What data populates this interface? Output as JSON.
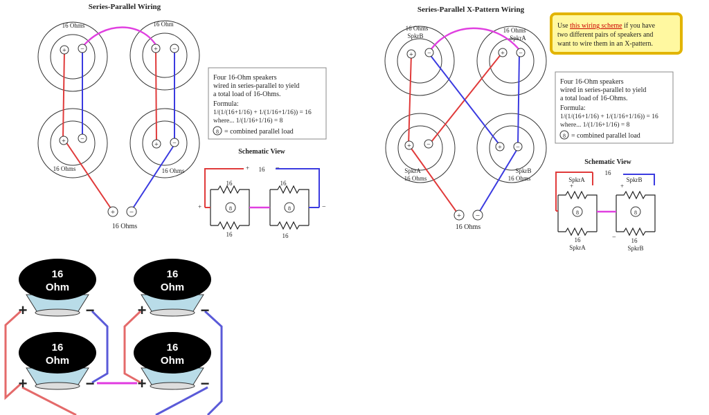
{
  "left_diagram": {
    "title": "Series-Parallel Wiring",
    "speaker_labels": [
      "16 Ohms",
      "16 Ohm",
      "16 Ohms",
      "16 Ohms"
    ],
    "output_label": "16 Ohms",
    "info": {
      "line1": "Four 16-Ohm speakers",
      "line2": "wired in series-parallel to yield",
      "line3": "a total load of 16-Ohms.",
      "line4": "Formula:",
      "line5": "1/(1/(16+1/16) + 1/(1/16+1/16)) = 16",
      "line6": "where... 1/(1/16+1/16) = 8",
      "legend_symbol": "8",
      "legend_text": "= combined parallel load"
    },
    "schematic": {
      "title": "Schematic View",
      "top_label": "16",
      "plus": "+",
      "minus": "−",
      "res_top_left": "16",
      "res_top_right": "16",
      "res_bottom_left": "16",
      "res_bottom_right": "16",
      "node_left": "8",
      "node_right": "8"
    }
  },
  "right_diagram": {
    "title": "Series-Parallel X-Pattern Wiring",
    "callout": {
      "line1_a": "Use",
      "line1_b": "this wiring scheme",
      "line1_c": "if you have",
      "line2": "two different pairs of speakers and",
      "line3": "want to wire them in an X-pattern."
    },
    "speaker_labels": {
      "tl_line1": "16 Ohms",
      "tl_line2": "SpkrB",
      "tr_line1": "16 Ohms",
      "tr_line2": "SpkrA",
      "bl_line1": "SpkrA",
      "bl_line2": "16 Ohms",
      "br_line1": "SpkrB",
      "br_line2": "16 Ohms"
    },
    "output_label": "16 Ohms",
    "info": {
      "line1": "Four 16-Ohm speakers",
      "line2": "wired in series-parallel to yield",
      "line3": "a total load of 16-Ohms.",
      "line4": "Formula:",
      "line5": "1/(1/(16+1/16) + 1/(1/16+1/16)) = 16",
      "line6": "where... 1/(1/16+1/16) = 8",
      "legend_symbol": "8",
      "legend_text": "= combined parallel load"
    },
    "schematic": {
      "title": "Schematic View",
      "top_label": "16",
      "top_left_speaker": "SpkrA",
      "top_right_speaker": "SpkrB",
      "bottom_left_value": "16",
      "bottom_left_speaker": "SpkrA",
      "bottom_right_value": "16",
      "bottom_right_speaker": "SpkrB",
      "node_left": "8",
      "node_right": "8",
      "plus": "+",
      "minus": "−"
    }
  },
  "bottom_diagram": {
    "speakers": [
      {
        "line1": "16",
        "line2": "Ohm"
      },
      {
        "line1": "16",
        "line2": "Ohm"
      },
      {
        "line1": "16",
        "line2": "Ohm"
      },
      {
        "line1": "16",
        "line2": "Ohm"
      }
    ],
    "plus": "+",
    "minus": "−"
  }
}
